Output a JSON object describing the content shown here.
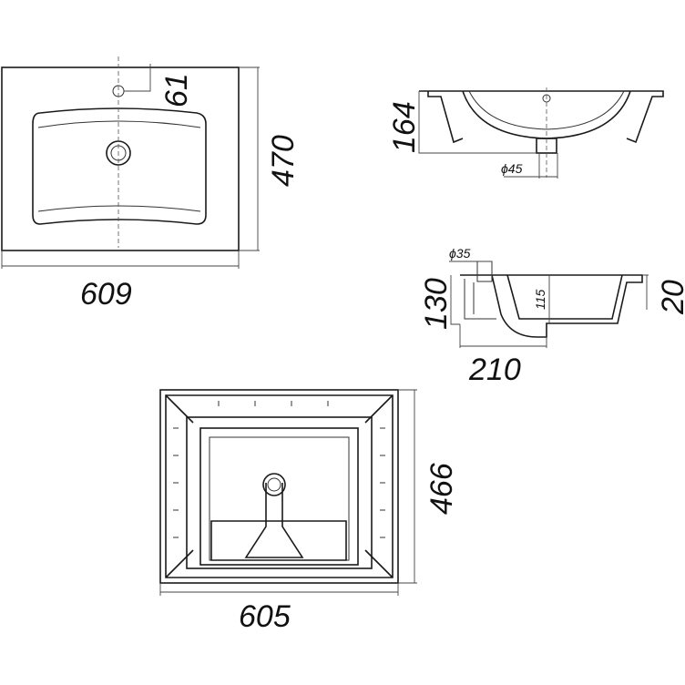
{
  "title": "Washbasin dimension drawing",
  "top_view": {
    "width": "609",
    "depth": "470",
    "tap_hole_offset": "61"
  },
  "front_view": {
    "height": "164",
    "drain_diameter": "ϕ45"
  },
  "side_view": {
    "height": "130",
    "inner_depth": "115",
    "depth": "210",
    "rim": "20",
    "overflow_diameter": "ϕ35"
  },
  "bottom_view": {
    "width": "605",
    "depth": "466"
  },
  "colors": {
    "line": "#1a1a1a",
    "background": "#ffffff"
  }
}
